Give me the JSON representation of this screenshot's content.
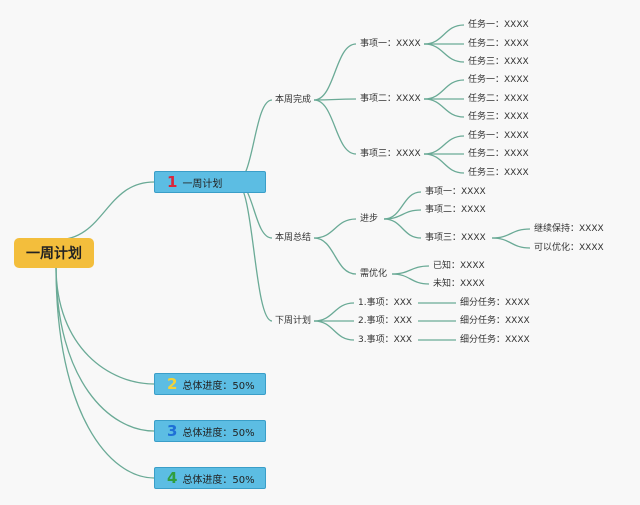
{
  "root": "一周计划",
  "colors": {
    "line": "#6aaa96",
    "root": "#f3be3c",
    "box": "#5cbde3",
    "num1": "#d9263b",
    "num2": "#f1d23a",
    "num3": "#1e6fd6",
    "num4": "#2f9e3e"
  },
  "branch1": {
    "num": "1",
    "label": "一周计划",
    "wc": {
      "label": "本周完成",
      "items": [
        {
          "label": "事项一：XXXX",
          "tasks": [
            "任务一：XXXX",
            "任务二：XXXX",
            "任务三：XXXX"
          ]
        },
        {
          "label": "事项二：XXXX",
          "tasks": [
            "任务一：XXXX",
            "任务二：XXXX",
            "任务三：XXXX"
          ]
        },
        {
          "label": "事项三：XXXX",
          "tasks": [
            "任务一：XXXX",
            "任务二：XXXX",
            "任务三：XXXX"
          ]
        }
      ]
    },
    "zj": {
      "label": "本周总结",
      "progress": {
        "label": "进步",
        "items": [
          "事项一：XXXX",
          "事项二：XXXX",
          "事项三：XXXX"
        ],
        "sub": [
          "继续保持：XXXX",
          "可以优化：XXXX"
        ]
      },
      "improve": {
        "label": "需优化",
        "items": [
          "已知：XXXX",
          "未知：XXXX"
        ]
      }
    },
    "next": {
      "label": "下周计划",
      "items": [
        {
          "label": "1.事项：XXX",
          "task": "细分任务：XXXX"
        },
        {
          "label": "2.事项：XXX",
          "task": "细分任务：XXXX"
        },
        {
          "label": "3.事项：XXX",
          "task": "细分任务：XXXX"
        }
      ]
    }
  },
  "branch2": {
    "num": "2",
    "label": "总体进度：50%"
  },
  "branch3": {
    "num": "3",
    "label": "总体进度：50%"
  },
  "branch4": {
    "num": "4",
    "label": "总体进度：50%"
  }
}
